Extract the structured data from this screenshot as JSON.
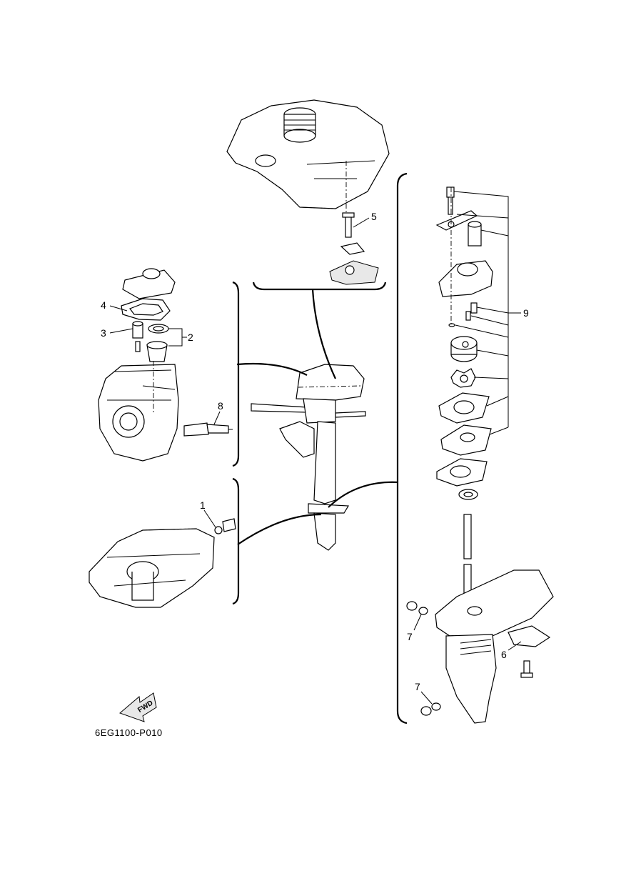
{
  "callouts": {
    "c1": "1",
    "c2": "2",
    "c3": "3",
    "c4": "4",
    "c5": "5",
    "c6": "6",
    "c7a": "7",
    "c7b": "7",
    "c8": "8",
    "c9": "9"
  },
  "fwd_label": "FWD",
  "diagram_code": "6EG1100-P010"
}
